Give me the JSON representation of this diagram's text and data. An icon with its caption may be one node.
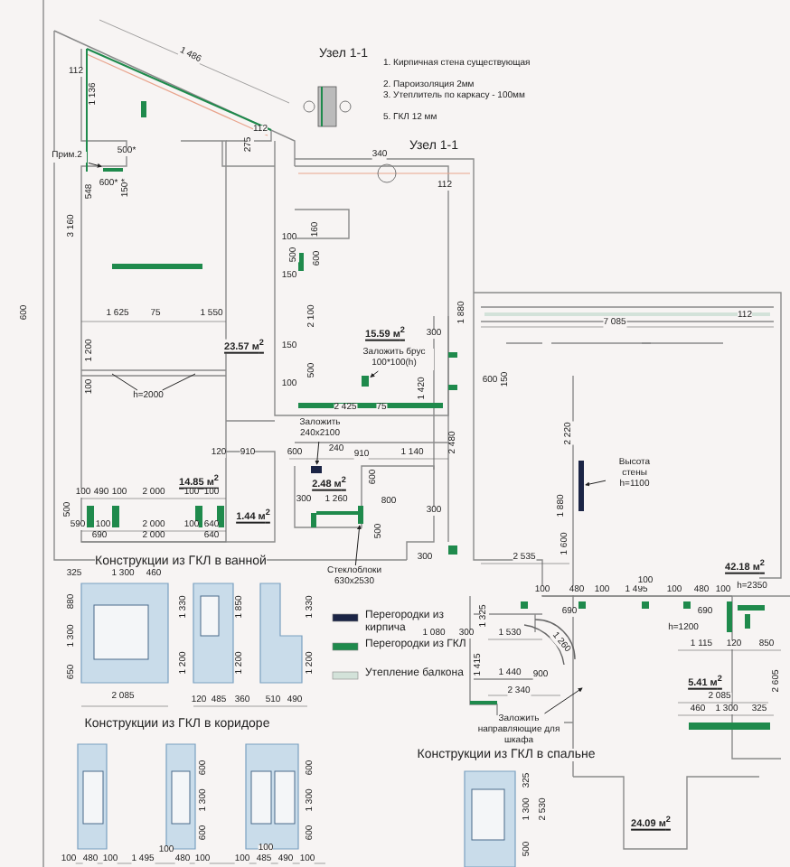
{
  "diagram": {
    "nodes": [
      {
        "text": [
          "Прим.2"
        ]
      },
      {
        "text": [
          "Заложить брус 100*100(h)"
        ]
      },
      {
        "text": [
          "h=2000"
        ]
      },
      {
        "text": [
          "Заложить 240x2100"
        ]
      },
      {
        "text": [
          "Стеклоблоки 630x2530"
        ]
      },
      {
        "text": [
          "Высота стены h=1100"
        ]
      },
      {
        "text": [
          "Заложить направляющие для шкафа"
        ]
      },
      {
        "text": [],
        "shape": "bar"
      },
      {
        "text": [],
        "shape": "bar"
      },
      {
        "text": [],
        "shape": "bar"
      },
      {
        "text": [],
        "shape": "bar"
      },
      {
        "text": [],
        "shape": "bar"
      }
    ],
    "edges": [
      {
        "from": 0,
        "to": 7,
        "arrow": "to"
      },
      {
        "from": 1,
        "to": 8,
        "arrow": "to"
      },
      {
        "from": 2,
        "to": null,
        "arrow": "none"
      },
      {
        "from": 2,
        "to": null,
        "arrow": "none"
      },
      {
        "from": 3,
        "to": 9,
        "arrow": "to"
      },
      {
        "from": 4,
        "to": 10,
        "arrow": "to"
      },
      {
        "from": 5,
        "to": 11,
        "arrow": "to"
      },
      {
        "from": 6,
        "to": null,
        "arrow": "to"
      }
    ],
    "labels": [
      "Узел 1-1",
      "1. Кирпичная стена существующая",
      "2. Пароизоляция 2мм",
      "3. Утеплитель по каркасу - 100мм",
      "5. ГКЛ 12 мм",
      "Узел 1-1",
      "1 486",
      "112",
      "1 136",
      "112",
      "275",
      "500*",
      "548",
      "600*",
      "150*",
      "340",
      "112",
      "3 160",
      "100",
      "160",
      "500",
      "600",
      "150",
      "600",
      "1 625",
      "75",
      "1 550",
      "1 880",
      "7 085",
      "112",
      "2 100",
      "15.59 м$^{2}$",
      "23.57 м$^{2}$",
      "1 200",
      "150",
      "300",
      "500",
      "100",
      "100",
      "600",
      "150",
      "2 425",
      "75",
      "1 420",
      "2 220",
      "2 480",
      "120",
      "910",
      "600",
      "240",
      "910",
      "1 140",
      "14.85 м$^{2}$",
      "2.48 м$^{2}$",
      "600",
      "1 880",
      "100",
      "490",
      "100",
      "2 000",
      "100",
      "100",
      "300",
      "1 260",
      "800",
      "300",
      "1.44 м$^{2}$",
      "500",
      "590",
      "100",
      "2 000",
      "100",
      "640",
      "500",
      "690",
      "2 000",
      "640",
      "1 600",
      "Конструкции из ГКЛ в ванной",
      "300",
      "2 535",
      "42.18 м$^{2}$",
      "325",
      "1 300",
      "460",
      "100",
      "480",
      "100",
      "1 495",
      "100",
      "100",
      "480",
      "100",
      "h=2350",
      "880",
      "1 330",
      "1 850",
      "1 330",
      "1 325",
      "690",
      "690",
      "1 300",
      "1 080",
      "300",
      "1 530",
      "1 260",
      "h=1200",
      "1 115",
      "120",
      "850",
      "650",
      "1 200",
      "1 200",
      "1 200",
      "1 415",
      "1 440",
      "900",
      "5.41 м$^{2}$",
      "2 605",
      "2 085",
      "120",
      "485",
      "360",
      "510",
      "490",
      "2 340",
      "2 085",
      "460",
      "1 300",
      "325",
      "Конструкции из ГКЛ в коридоре",
      "Конструкции из ГКЛ в спальне",
      "600",
      "1 300",
      "600",
      "600",
      "1 300",
      "600",
      "325",
      "1 300",
      "2 530",
      "500",
      "24.09 м$^{2}$",
      "100",
      "480",
      "100",
      "1 495",
      "100",
      "480",
      "100",
      "100",
      "100",
      "485",
      "490",
      "100"
    ],
    "legend": [
      {
        "text": "Перегородки из кирпича",
        "color": "#1b2445"
      },
      {
        "text": "Перегородки из ГКЛ",
        "color": "#1f8a4c"
      },
      {
        "text": "Утепление балкона",
        "color": "#d3e2d9"
      }
    ]
  }
}
